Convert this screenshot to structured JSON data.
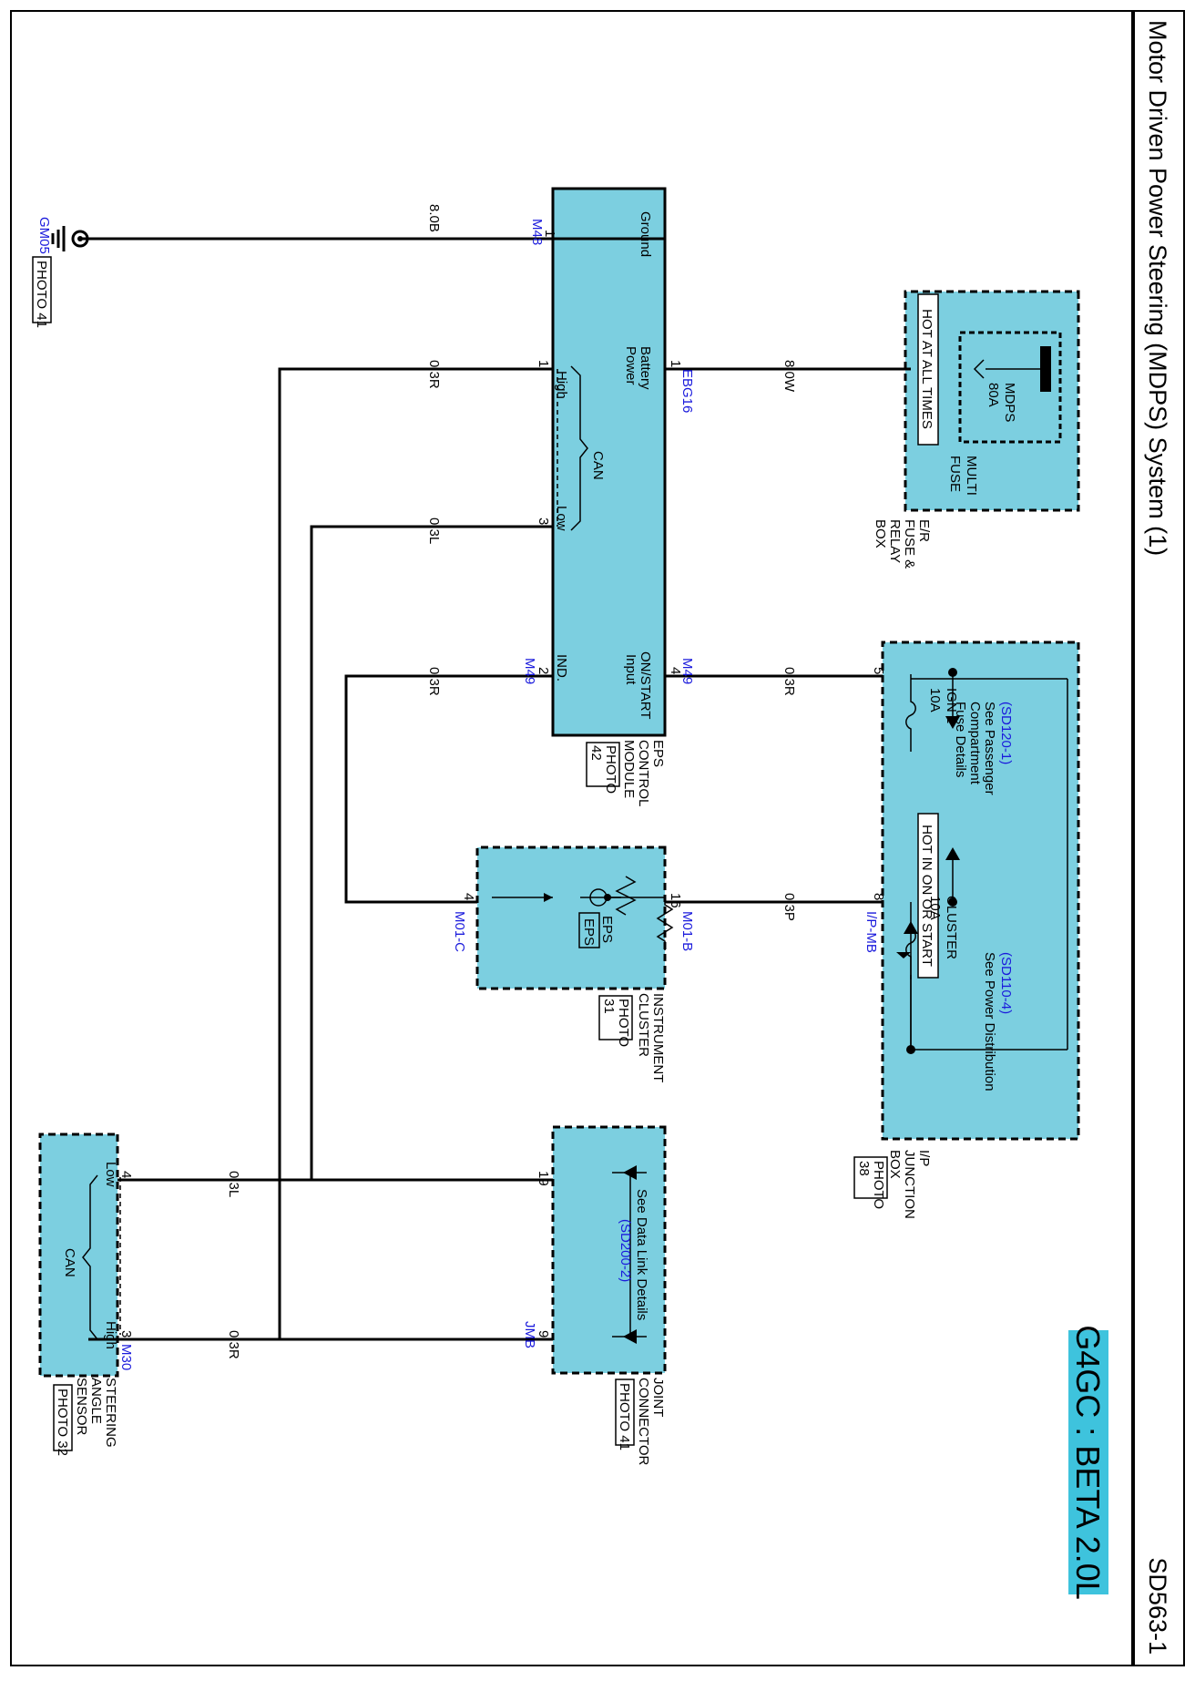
{
  "title": "Motor Driven Power Steering (MDPS) System (1)",
  "page_code": "SD563-1",
  "engine_badge": {
    "text": "G4GC : BETA 2.0L",
    "color": "#3ec3dd"
  },
  "colors": {
    "component_fill": "#7ccfe0",
    "connector_text": "#1a1adc"
  },
  "components": {
    "fuse_box": {
      "name": [
        "E/R",
        "FUSE &",
        "RELAY",
        "BOX"
      ],
      "banner": "HOT AT ALL TIMES",
      "multi_fuse": [
        "MULTI",
        "FUSE"
      ],
      "fuse": [
        "MDPS",
        "80A"
      ]
    },
    "junction_box": {
      "name": [
        "I/P",
        "JUNCTION",
        "BOX"
      ],
      "photo": [
        "PHOTO",
        "38"
      ],
      "banner": "HOT IN ON OR START",
      "ign_fuse": [
        "IGN 1",
        "10A"
      ],
      "cluster_fuse": [
        "CLUSTER",
        "10A"
      ],
      "note_passenger": [
        "See Passenger",
        "Compartment",
        "Fuse Details"
      ],
      "ref_passenger": "(SD120-1)",
      "note_power": "See Power Distribution",
      "ref_power": "(SD110-4)"
    },
    "eps_module": {
      "name": [
        "EPS",
        "CONTROL",
        "MODULE"
      ],
      "photo": [
        "PHOTO",
        "42"
      ],
      "battery": [
        "Battery",
        "Power"
      ],
      "ground": "Ground",
      "on_start": [
        "ON/START",
        "Input"
      ],
      "ind": "IND.",
      "can": "CAN",
      "can_high": "High",
      "can_low": "Low"
    },
    "cluster": {
      "name": [
        "INSTRUMENT",
        "CLUSTER"
      ],
      "photo": [
        "PHOTO",
        "31"
      ],
      "lamp": "EPS",
      "lamp_box": "EPS"
    },
    "joint": {
      "name": [
        "JOINT",
        "CONNECTOR"
      ],
      "photo": "PHOTO 41",
      "note": "See Data Link Details",
      "ref": "(SD200-2)"
    },
    "sensor": {
      "name": [
        "STEERING",
        "ANGLE",
        "SENSOR"
      ],
      "photo": "PHOTO 32",
      "can": "CAN",
      "high": "High",
      "low": "Low"
    },
    "ground": {
      "code": "GM05",
      "photo": "PHOTO 41"
    }
  },
  "connectors": {
    "m48": "M48",
    "ebg16": "EBG16",
    "m49a": "M49",
    "m49b": "M49",
    "ipmb": "I/P-MB",
    "m01b": "M01-B",
    "m01c": "M01-C",
    "jmb": "JMB",
    "m30": "M30"
  },
  "pins": {
    "ground": "1",
    "battery": "1",
    "can_high": "1",
    "can_low": "3",
    "ind": "2",
    "on_start": "4",
    "jb_5": "5",
    "jb_8": "8",
    "cl_16": "16",
    "cl_4": "4",
    "jc_19": "19",
    "jc_9": "9",
    "sas_4": "4",
    "sas_3": "3"
  },
  "wires": {
    "ground": "8.0B",
    "battery": "8.0W",
    "can_high": "0.3R",
    "can_low": "0.3L",
    "ind": "0.3R",
    "on_start": "0.3R",
    "cluster_feed": "0.3P",
    "sas_low": "0.3L",
    "sas_high": "0.3R"
  }
}
